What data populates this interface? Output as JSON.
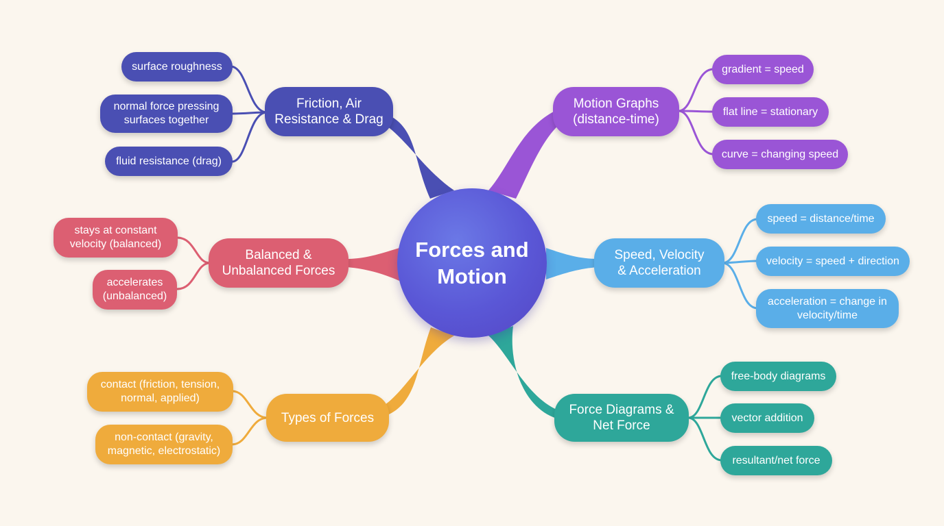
{
  "center": {
    "label": "Forces and\nMotion"
  },
  "colors": {
    "friction": "#4a4fb3",
    "motion_graphs": "#9a55d6",
    "balanced": "#dc5f72",
    "speed": "#5aaee8",
    "types": "#efab3c",
    "force_diagrams": "#2ea79a",
    "center": "#5a57d6",
    "background": "#fbf6ee"
  },
  "branches": {
    "friction": {
      "label": "Friction, Air\nResistance & Drag",
      "leaves": [
        "surface roughness",
        "normal force pressing\nsurfaces together",
        "fluid resistance (drag)"
      ]
    },
    "motion_graphs": {
      "label": "Motion Graphs\n(distance-time)",
      "leaves": [
        "gradient = speed",
        "flat line = stationary",
        "curve = changing speed"
      ]
    },
    "balanced": {
      "label": "Balanced &\nUnbalanced Forces",
      "leaves": [
        "stays at constant\nvelocity (balanced)",
        "accelerates\n(unbalanced)"
      ]
    },
    "speed": {
      "label": "Speed, Velocity\n& Acceleration",
      "leaves": [
        "speed = distance/time",
        "velocity = speed + direction",
        "acceleration = change in\nvelocity/time"
      ]
    },
    "types": {
      "label": "Types of Forces",
      "leaves": [
        "contact (friction, tension,\nnormal, applied)",
        "non-contact (gravity,\nmagnetic, electrostatic)"
      ]
    },
    "force_diagrams": {
      "label": "Force Diagrams &\nNet Force",
      "leaves": [
        "free-body diagrams",
        "vector addition",
        "resultant/net force"
      ]
    }
  }
}
